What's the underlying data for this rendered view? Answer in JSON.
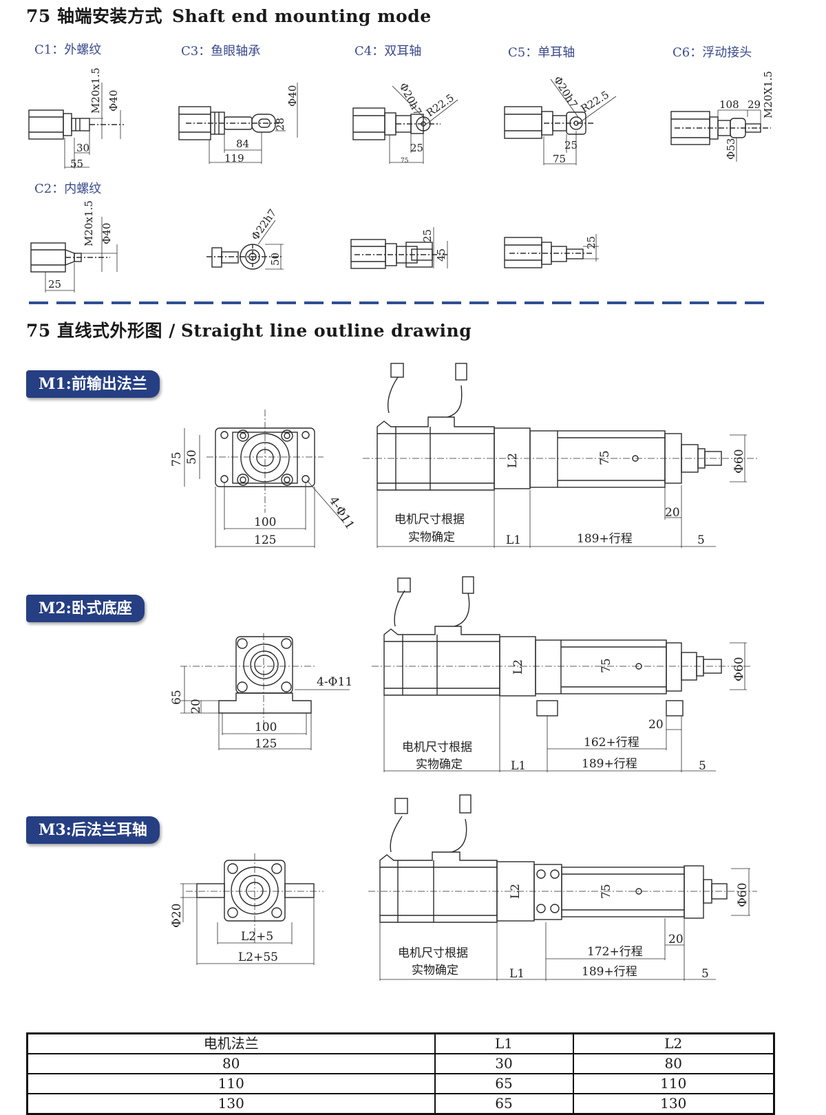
{
  "section1": {
    "title_cn": "75 轴端安装方式",
    "title_en": "Shaft end mounting mode"
  },
  "options": [
    {
      "label": "C1：外螺纹"
    },
    {
      "label": "C3：鱼眼轴承"
    },
    {
      "label": "C4：双耳轴"
    },
    {
      "label": "C5：单耳轴"
    },
    {
      "label": "C6：浮动接头"
    },
    {
      "label": "C2：内螺纹"
    }
  ],
  "shaft_dims": {
    "c1": [
      "M20x1.5",
      "Φ40",
      "30",
      "55"
    ],
    "c3": [
      "Φ40",
      "28",
      "84",
      "119"
    ],
    "c4": [
      "Φ20h7",
      "R22.5",
      "25",
      "75"
    ],
    "c5": [
      "Φ20h7",
      "R22.5",
      "25",
      "75"
    ],
    "c6": [
      "108",
      "29",
      "M20X1.5",
      "Φ53"
    ],
    "c2": [
      "M20x1.5",
      "Φ40",
      "25"
    ],
    "b2": [
      "Φ22h7",
      "50"
    ],
    "b3": [
      "25",
      "45"
    ],
    "b4": [
      "25"
    ]
  },
  "section2": {
    "title_cn": "75 直线式外形图 /",
    "title_en": "Straight line outline drawing"
  },
  "mounts": [
    {
      "label": "M1:前输出法兰"
    },
    {
      "label": "M2:卧式底座"
    },
    {
      "label": "M3:后法兰耳轴"
    }
  ],
  "m1_dims": {
    "front": [
      "75",
      "50",
      "100",
      "125",
      "4-Φ11"
    ],
    "side": [
      "L2",
      "75",
      "Φ60",
      "20",
      "电机尺寸根据",
      "实物确定",
      "L1",
      "189+行程",
      "5"
    ]
  },
  "m2_dims": {
    "front": [
      "4-Φ11",
      "65",
      "20",
      "100",
      "125"
    ],
    "side": [
      "L2",
      "75",
      "Φ60",
      "20",
      "162+行程",
      "电机尺寸根据",
      "实物确定",
      "L1",
      "189+行程",
      "5"
    ]
  },
  "m3_dims": {
    "front": [
      "Φ20",
      "L2+5",
      "L2+55"
    ],
    "side": [
      "L2",
      "75",
      "Φ60",
      "20",
      "172+行程",
      "电机尺寸根据",
      "实物确定",
      "L1",
      "189+行程",
      "5"
    ]
  },
  "table": {
    "headers": [
      "电机法兰",
      "L1",
      "L2"
    ],
    "rows": [
      [
        "80",
        "30",
        "80"
      ],
      [
        "110",
        "65",
        "110"
      ],
      [
        "130",
        "65",
        "130"
      ]
    ]
  },
  "colors": {
    "badge": "#263f83",
    "divider": "#2f4f93",
    "option_text": "#3b4a8c",
    "line": "#2a2a2a"
  }
}
